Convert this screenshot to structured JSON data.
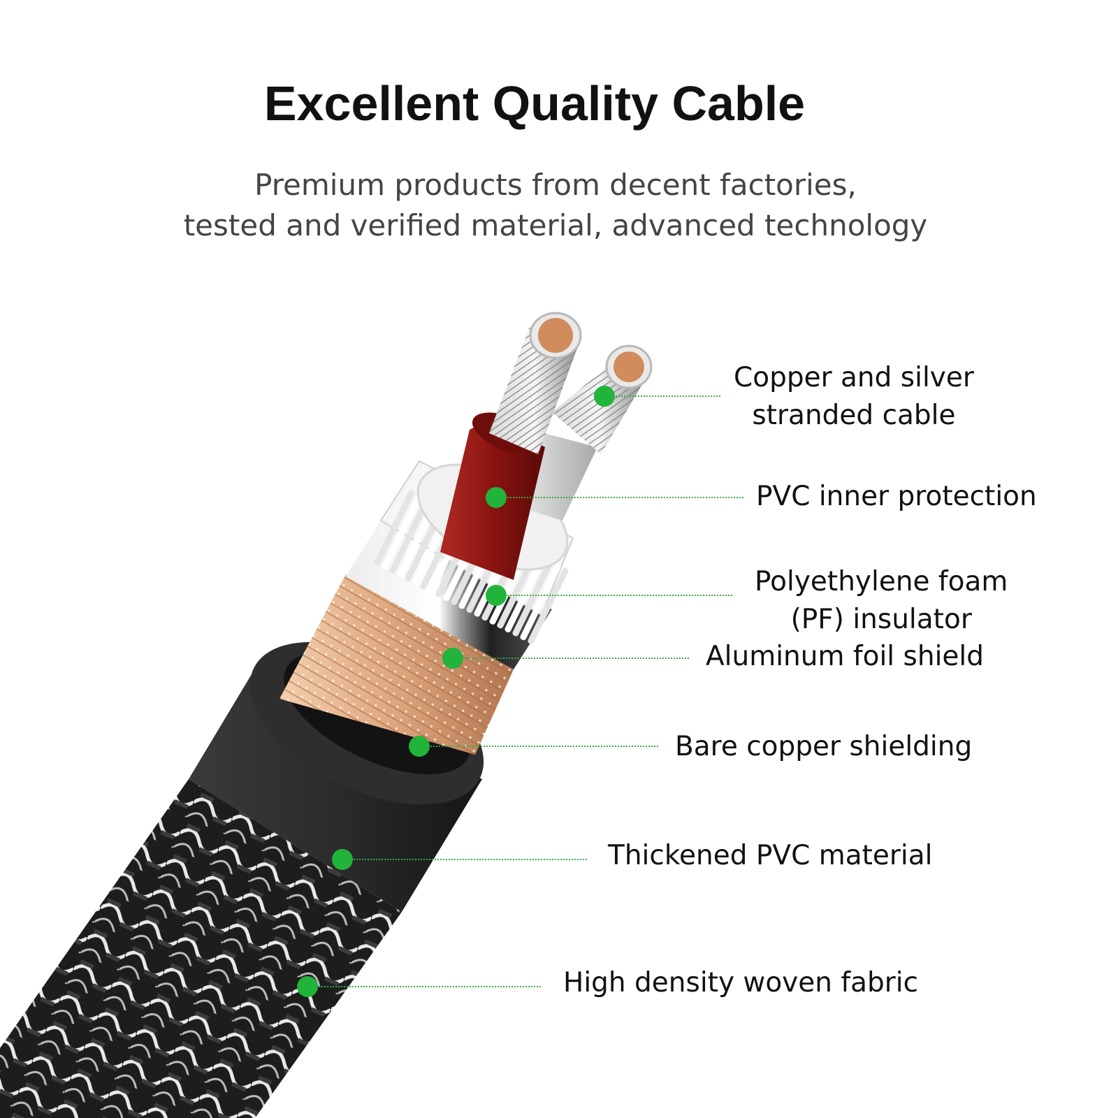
{
  "header": {
    "title": "Excellent Quality Cable",
    "subtitle_line1": "Premium products from decent factories,",
    "subtitle_line2": "tested and verified material, advanced technology"
  },
  "colors": {
    "marker": "#22b33a",
    "leader_line": "#3aa84a",
    "copper": "#d9a27a",
    "red_insulation": "#8e1a14",
    "jacket": "#2a2a2a"
  },
  "layers": [
    {
      "id": "strands",
      "line1": "Copper and silver",
      "line2": "stranded cable"
    },
    {
      "id": "inner-pvc",
      "line1": "PVC inner protection",
      "line2": ""
    },
    {
      "id": "pf-insulator",
      "line1": "Polyethylene foam",
      "line2": "(PF) insulator"
    },
    {
      "id": "foil",
      "line1": "Aluminum foil shield",
      "line2": ""
    },
    {
      "id": "copper-shield",
      "line1": "Bare copper shielding",
      "line2": ""
    },
    {
      "id": "pvc-jacket",
      "line1": "Thickened PVC material",
      "line2": ""
    },
    {
      "id": "woven",
      "line1": "High density woven fabric",
      "line2": ""
    }
  ]
}
